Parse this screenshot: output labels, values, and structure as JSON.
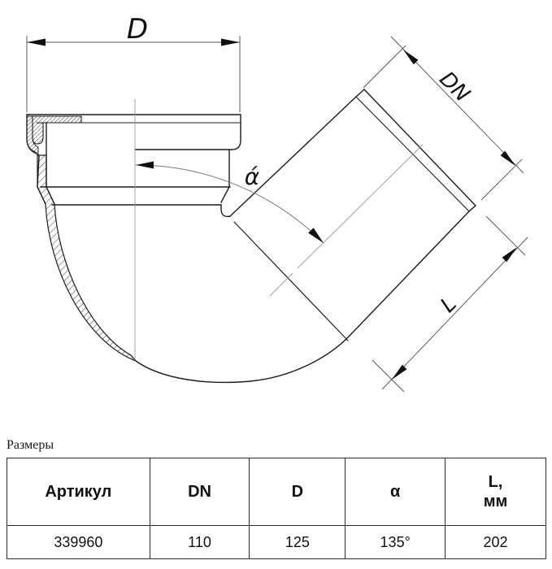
{
  "drawing": {
    "dim_labels": {
      "d": "D",
      "dn": "DN",
      "alpha": "ά",
      "l": "L"
    }
  },
  "caption": "Размеры",
  "table": {
    "headers": [
      "Артикул",
      "DN",
      "D",
      "α",
      "L,\nмм"
    ],
    "row": [
      "339960",
      "110",
      "125",
      "135°",
      "202"
    ]
  }
}
